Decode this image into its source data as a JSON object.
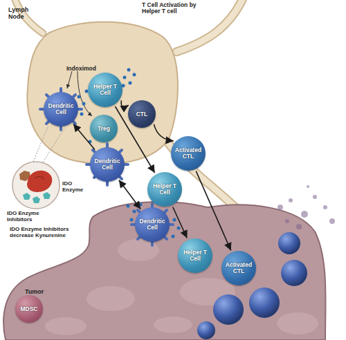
{
  "diagram": {
    "nodes": [
      {
        "text": [
          "Lymph Node"
        ]
      },
      {
        "text": [
          "Helper T Cell"
        ],
        "in": 0
      },
      {
        "text": [
          "CTL"
        ],
        "in": 0
      },
      {
        "text": [
          "Dendritic Cell"
        ],
        "in": 0
      },
      {
        "text": [
          "Treg"
        ],
        "in": 0
      },
      {
        "text": [
          "Activated CTL"
        ]
      },
      {
        "text": [
          "Dendritic Cell"
        ]
      },
      {
        "text": [
          "Helper T Cell"
        ]
      },
      {
        "text": [
          "Tumor"
        ]
      },
      {
        "text": [
          "Dendritic Cell"
        ],
        "in": 8
      },
      {
        "text": [
          "Helper T Cell"
        ],
        "in": 8
      },
      {
        "text": [
          "Activated CTL"
        ],
        "in": 8
      },
      {
        "text": [
          "MDSC"
        ],
        "in": 8
      }
    ],
    "edges": [
      {
        "from": 1,
        "to": 2,
        "arrow": "to"
      },
      {
        "from": 2,
        "to": 5,
        "arrow": "to"
      },
      {
        "from": 1,
        "to": 7,
        "arrow": "to"
      },
      {
        "from": 6,
        "to": 3,
        "arrow": "to"
      },
      {
        "from": 6,
        "to": 9,
        "arrow": "both"
      },
      {
        "from": 7,
        "to": 10,
        "arrow": "to"
      },
      {
        "from": 5,
        "to": 11,
        "arrow": "to"
      }
    ],
    "labels": [
      "T Cell Activation by Helper T cell",
      "Indoximod",
      "IDO Enzyme",
      "IDO Enzyme Inhibitors",
      "IDO Enzyme Inhibitors decrease Kynurenine"
    ]
  }
}
